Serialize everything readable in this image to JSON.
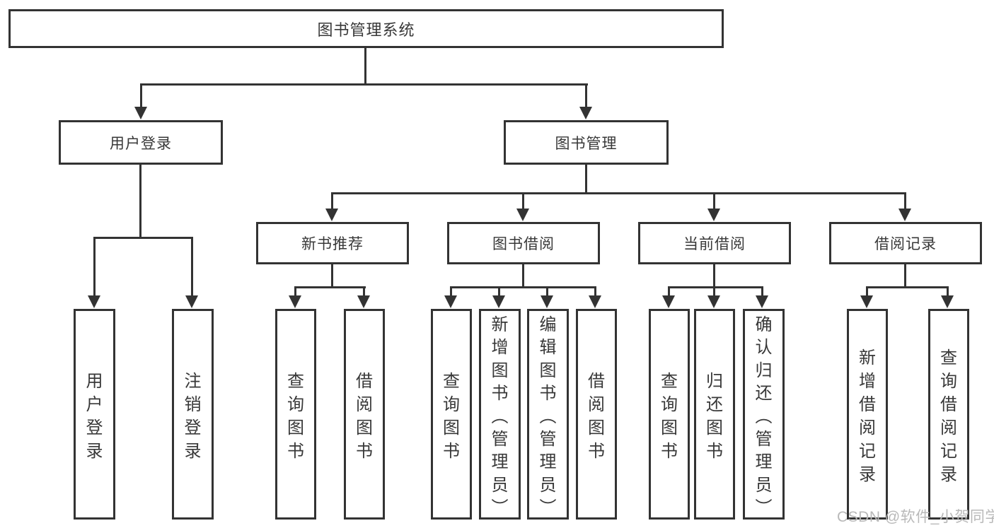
{
  "tree": {
    "label": "图书管理系统",
    "children": [
      {
        "label": "用户登录",
        "children": [
          {
            "label": "用户登录"
          },
          {
            "label": "注销登录"
          }
        ]
      },
      {
        "label": "图书管理",
        "children": [
          {
            "label": "新书推荐",
            "children": [
              {
                "label": "查询图书"
              },
              {
                "label": "借阅图书"
              }
            ]
          },
          {
            "label": "图书借阅",
            "children": [
              {
                "label": "查询图书"
              },
              {
                "label": "新增图书（管理员）"
              },
              {
                "label": "编辑图书（管理员）"
              },
              {
                "label": "借阅图书"
              }
            ]
          },
          {
            "label": "当前借阅",
            "children": [
              {
                "label": "查询图书"
              },
              {
                "label": "归还图书"
              },
              {
                "label": "确认归还（管理员）"
              }
            ]
          },
          {
            "label": "借阅记录",
            "children": [
              {
                "label": "新增借阅记录"
              },
              {
                "label": "查询借阅记录"
              }
            ]
          }
        ]
      }
    ]
  },
  "watermark": {
    "text": "CSDN @软件_小贺同学"
  },
  "colors": {
    "line": "#333333",
    "text": "#383838",
    "watermark_text": "#b9b9b9",
    "background": "#ffffff"
  }
}
